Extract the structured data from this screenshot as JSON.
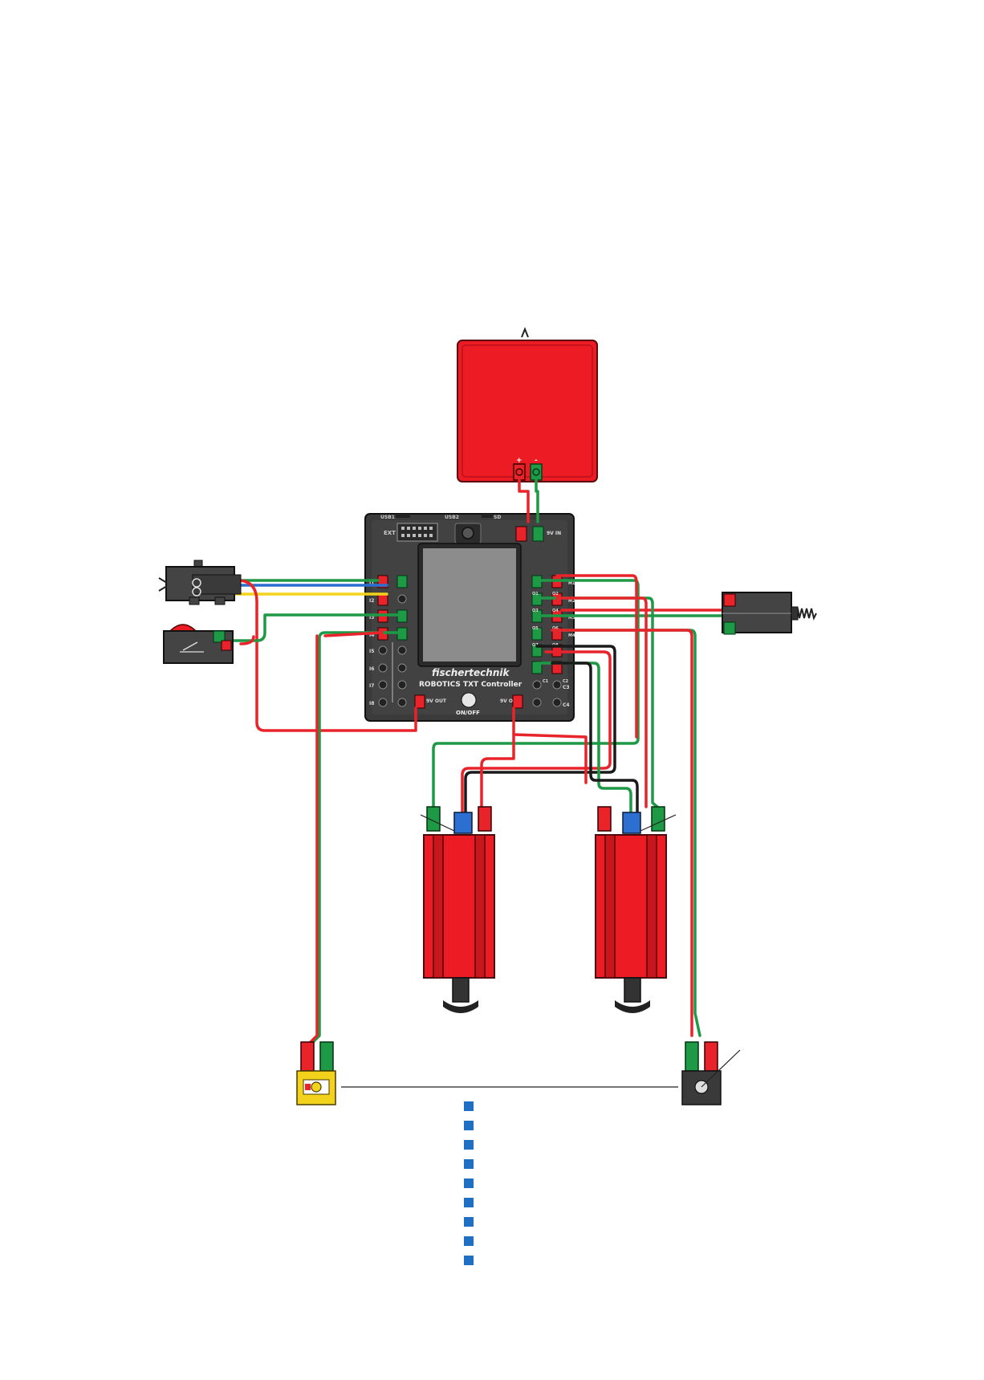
{
  "battery": {
    "plus_label": "+",
    "minus_label": "-"
  },
  "controller": {
    "brand": "fischertechnik",
    "model": "ROBOTICS TXT Controller",
    "power_button": "ON/OFF",
    "ext_label": "EXT",
    "usb1_label": "USB1",
    "usb2_label": "USB2",
    "sd_label": "SD",
    "power_in_label": "9V IN",
    "out_label_left": "9V OUT",
    "out_label_right": "9V OUT",
    "inputs": [
      "I1",
      "I2",
      "I3",
      "I4",
      "I5",
      "I6",
      "I7",
      "I8"
    ],
    "outputs": [
      "O1",
      "O2",
      "O3",
      "O4",
      "O5",
      "O6",
      "O7",
      "O8"
    ],
    "counters": [
      "C1",
      "C2",
      "C3",
      "C4"
    ],
    "motor_pairs": [
      "M1",
      "M2",
      "M3",
      "M4"
    ]
  },
  "colors": {
    "wire_red": "#e8232a",
    "wire_green": "#1e9a46",
    "wire_yellow": "#f2d21b",
    "wire_blue": "#2c6fd1",
    "wire_black": "#1a1a1a",
    "battery_red": "#ed1c24",
    "controller_body": "#3a3a3a",
    "screen_grey": "#8c8c8c",
    "legend_marker": "#1f6fc5"
  },
  "legend": {
    "marker_count": 9
  }
}
